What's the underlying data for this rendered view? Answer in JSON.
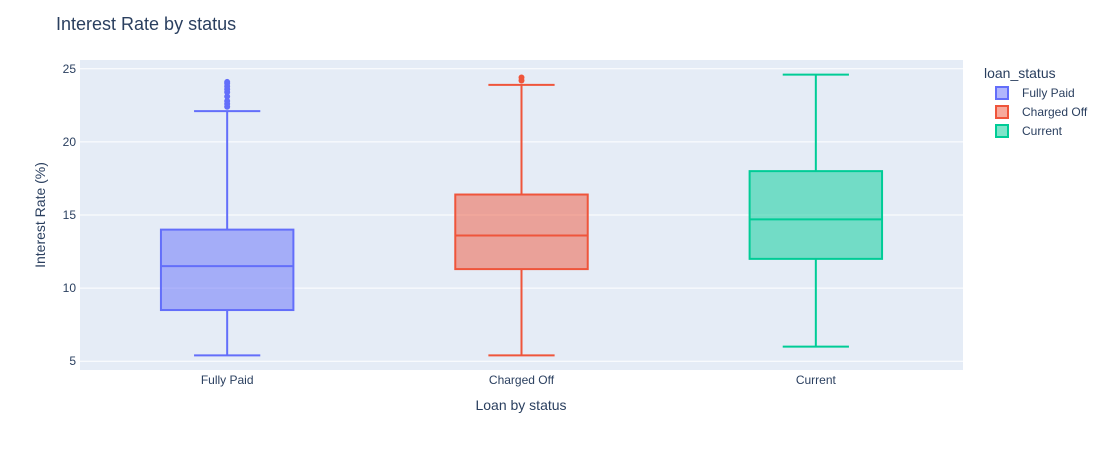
{
  "chart_data": {
    "type": "box",
    "title": "Interest Rate by status",
    "xlabel": "Loan by status",
    "ylabel": "Interest Rate (%)",
    "categories": [
      "Fully Paid",
      "Charged Off",
      "Current"
    ],
    "ylim": [
      4.4,
      25.6
    ],
    "yticks": [
      5,
      10,
      15,
      20,
      25
    ],
    "grid": true,
    "legend": {
      "title": "loan_status",
      "position": "right"
    },
    "series": [
      {
        "name": "Fully Paid",
        "color": "#636efa",
        "fill": "rgba(99,110,250,0.5)",
        "min": 5.4,
        "q1": 8.5,
        "median": 11.5,
        "q3": 14.0,
        "max": 22.1,
        "outliers": [
          22.4,
          22.6,
          22.8,
          23.1,
          23.4,
          23.6,
          23.8,
          24.0,
          24.1
        ]
      },
      {
        "name": "Charged Off",
        "color": "#ef553b",
        "fill": "rgba(239,85,59,0.5)",
        "min": 5.4,
        "q1": 11.3,
        "median": 13.6,
        "q3": 16.4,
        "max": 23.9,
        "outliers": [
          24.2,
          24.4
        ]
      },
      {
        "name": "Current",
        "color": "#00cc96",
        "fill": "rgba(0,204,150,0.5)",
        "min": 6.0,
        "q1": 12.0,
        "median": 14.7,
        "q3": 18.0,
        "max": 24.6,
        "outliers": []
      }
    ]
  }
}
